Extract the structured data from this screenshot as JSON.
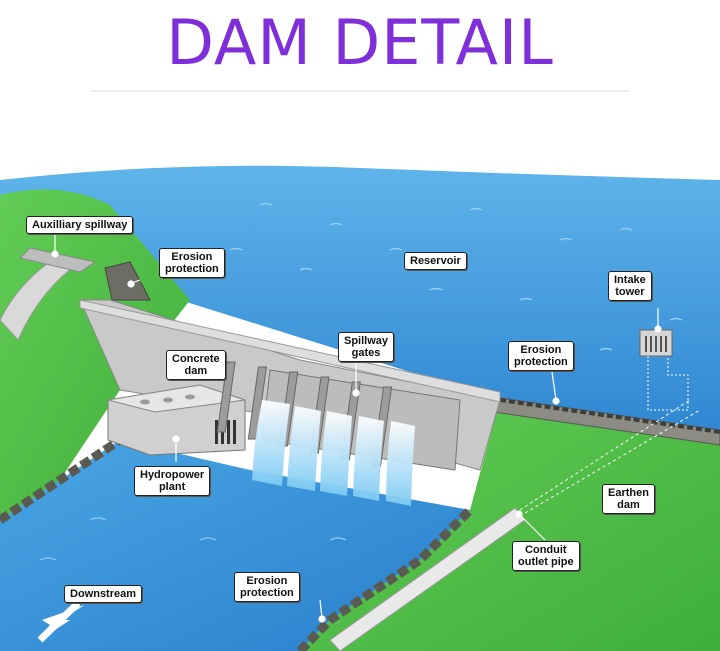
{
  "title": "DAM DETAIL",
  "colors": {
    "title": "#7f2fd9",
    "water": "#2f8fd6",
    "grass": "#4fc046",
    "concrete": "#c8c8c8"
  },
  "labels": {
    "auxiliary_spillway": "Auxilliary spillway",
    "erosion_protection_top": "Erosion\nprotection",
    "reservoir": "Reservoir",
    "intake_tower": "Intake\ntower",
    "spillway_gates": "Spillway\ngates",
    "erosion_protection_right": "Erosion\nprotection",
    "concrete_dam": "Concrete\ndam",
    "hydropower_plant": "Hydropower\nplant",
    "earthen_dam": "Earthen\ndam",
    "conduit_outlet_pipe": "Conduit\noutlet pipe",
    "downstream": "Downstream",
    "erosion_protection_bottom": "Erosion\nprotection"
  }
}
